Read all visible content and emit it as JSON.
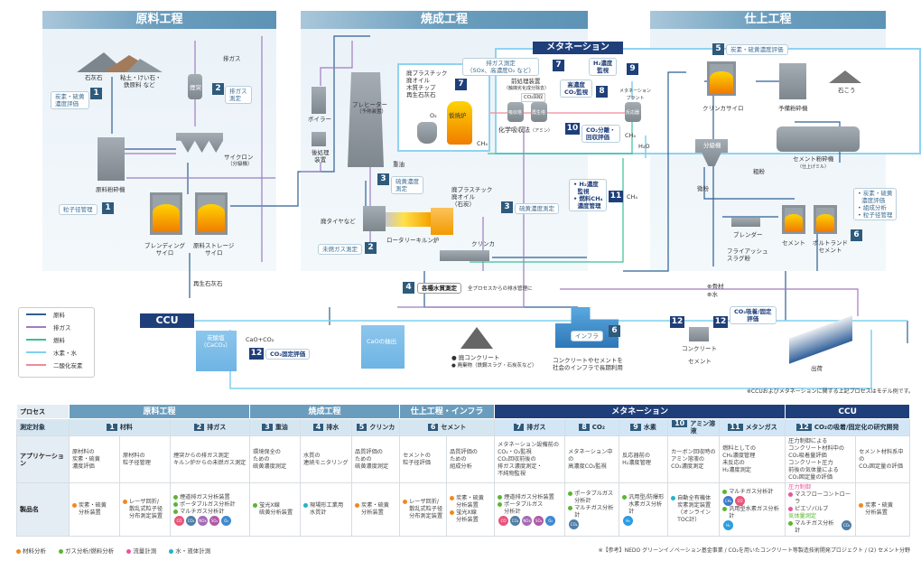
{
  "colors": {
    "raw": "#2e5f93",
    "exhaust": "#a07cc0",
    "fuel": "#3bbf9a",
    "hydrogen_water": "#7fd0ee",
    "co2": "#f08a9a",
    "header": "#6a9dbd",
    "navy": "#1f3f7a"
  },
  "sections": {
    "raw": "原料工程",
    "firing": "焼成工程",
    "finish": "仕上工程",
    "methanation": "メタネーション",
    "ccu": "CCU"
  },
  "raw": {
    "limestone": "石灰石",
    "clay": "粘土・けい石・",
    "clay2": "鉄原料 など",
    "b1": "1",
    "note1": "炭素・硫黄",
    "note1b": "濃度評価",
    "stack": "煙突",
    "b2": "2",
    "note2": "排ガス",
    "note2b": "測定",
    "exhaust": "排ガス",
    "mill": "原料粉砕機",
    "cyclone": "サイクロン",
    "cyclone_sub": "（分級機）",
    "b1b": "1",
    "note3": "粒子径管理",
    "blend": "ブレンディング",
    "blend2": "サイロ",
    "storage": "原料ストレージ",
    "storage2": "サイロ",
    "recycled": "再生石灰石"
  },
  "firing": {
    "boiler": "ボイラー",
    "post": "後処理",
    "post2": "装置",
    "preheater": "プレヒーター",
    "preheater_sub": "（予熱装置）",
    "oil": "重油",
    "b3": "3",
    "note3": "硫黄濃度",
    "note3b": "測定",
    "fuels": [
      "廃プラスチック",
      "廃オイル",
      "木質チップ",
      "再生石灰石"
    ],
    "o2": "O₂",
    "calciner": "仮焼炉",
    "ch4": "CH₄",
    "b7": "7",
    "note7": "排ガス測定",
    "note7b": "（SOx、高濃度O₂ など）",
    "fuel2": "廃プラスチック",
    "fuel2b": "廃オイル",
    "fuel2c": "（石炭）",
    "b3b": "3",
    "note3c": "硫黄濃度測定",
    "tire": "廃タイヤなど",
    "kiln": "ロータリーキルン炉",
    "b2": "2",
    "note2": "未燃ガス測定",
    "clinker": "クリンカ",
    "b4": "4",
    "note4": "各種水質測定",
    "note4b": "全プロセスからの排水管理に"
  },
  "meth": {
    "pre": "前処理装置",
    "pre_sub": "（触媒劣化成分除去）",
    "co2rec": "CO₂回収",
    "absorber": "吸収塔",
    "regen": "再生塔",
    "chem": "化学吸収法",
    "chem_sub": "（アミン）",
    "b10": "10",
    "note10": "CO₂分離・",
    "note10b": "回収評価",
    "note8": "高濃度",
    "note8b": "CO₂監視",
    "b8": "8",
    "note9": "H₂濃度",
    "note9b": "監視",
    "b9": "9",
    "plant": "メタネーション",
    "plant2": "プラント",
    "reactor": "反応器",
    "ch4": "CH₄",
    "h2o": "H₂O",
    "b11": "11",
    "note11": [
      "H₂濃度",
      "監視",
      "燃料CH₄",
      "濃度管理"
    ],
    "ch4b": "CH₄"
  },
  "finish": {
    "b5": "5",
    "note5": "炭素・硫黄濃度評価",
    "csilo": "クリンカサイロ",
    "premill": "予備粉砕機",
    "gypsum": "石こう",
    "classifier": "分級機",
    "cmill": "セメント粉砕機",
    "cmill_sub": "（仕上げミル）",
    "coarse": "粗粉",
    "fine": "微粉",
    "blender": "ブレンダー",
    "ash": "フライアッシュ",
    "ash2": "スラグ粉",
    "cement": "セメント",
    "portland": "ポルトランド",
    "portland2": "セメント",
    "notes6": [
      "炭素・硫黄",
      "濃度評価",
      "組成分析",
      "粒子径管理"
    ],
    "b6": "6"
  },
  "ccu": {
    "aggregate": "⊕骨材",
    "water": "⊕水",
    "carbonate": "炭酸塩",
    "carbonate2": "（CaCO₃）",
    "cao_co2": "CaO+CO₂",
    "b12": "12",
    "note12": "CO₂固定評価",
    "cao": "CaOの抽出",
    "waste1": "● 廃コンクリート",
    "waste2": "● 廃棄物（鉄鋼スラグ・石炭灰など）",
    "infra": "インフラ",
    "b6": "6",
    "infra_text": "コンクリートやセメントを",
    "infra_text2": "社会のインフラで長期利用",
    "concrete": "コンクリート",
    "cement": "セメント",
    "b12b": "12",
    "b12c": "12",
    "note12b": "CO₂吸着/固定",
    "note12c": "評価",
    "ship": "出荷",
    "model_note": "※CCUおよびメタネーションに関する上記プロセスはモデル例です。"
  },
  "legend": [
    {
      "label": "原料",
      "color": "#2e5f93"
    },
    {
      "label": "排ガス",
      "color": "#a07cc0"
    },
    {
      "label": "燃料",
      "color": "#3bbf9a"
    },
    {
      "label": "水素・水",
      "color": "#7fd0ee"
    },
    {
      "label": "二酸化炭素",
      "color": "#f08a9a"
    }
  ],
  "table": {
    "row_labels": [
      "プロセス",
      "測定対象",
      "アプリケーション",
      "製品名"
    ],
    "processes": [
      "原料工程",
      "焼成工程",
      "仕上工程・インフラ",
      "メタネーション",
      "CCU"
    ],
    "targets": [
      {
        "n": "1",
        "t": "材料"
      },
      {
        "n": "2",
        "t": "排ガス"
      },
      {
        "n": "3",
        "t": "重油"
      },
      {
        "n": "4",
        "t": "排水"
      },
      {
        "n": "5",
        "t": "クリンカ"
      },
      {
        "n": "6",
        "t": "セメント"
      },
      {
        "n": "7",
        "t": "排ガス"
      },
      {
        "n": "8",
        "t": "CO₂"
      },
      {
        "n": "9",
        "t": "水素"
      },
      {
        "n": "10",
        "t": "アミン溶液"
      },
      {
        "n": "11",
        "t": "メタンガス"
      },
      {
        "n": "12",
        "t": "CO₂の吸着/固定化の研究開発"
      }
    ],
    "apps": [
      "原材料の\n炭素・硫黄\n濃度評価",
      "原材料の\n粒子径管理",
      "煙突からの排ガス測定\nキルン炉からの未燃ガス測定",
      "環境保全の\nための\n硫黄濃度測定",
      "水質の\n連続モニタリング",
      "品質評価の\nための\n硫黄濃度測定",
      "セメントの\n粒子径評価",
      "品質評価の\nための\n組成分析",
      "メタネーション設備前の\nCO₂・O₂監視\nCO₂回収前後の\n排ガス濃度測定・\n不純物監視",
      "メタネーション中の\n高濃度CO₂監視",
      "反応器前の\nH₂濃度管理",
      "カーボン回収時の\nアミン溶液の\nCO₂濃度測定",
      "燃料としての\nCH₄濃度管理\n未反応の\nH₂濃度測定",
      "圧力制御による\nコンクリート材料中の\nCO₂吸着量評価\nコンクリート圧力\n前後の気体量による\nCO₂固定量の評価",
      "セメント材料系中の\nCO₂固定量の評価"
    ],
    "products": [
      [
        {
          "c": "o",
          "t": "炭素・硫黄\n分析装置"
        }
      ],
      [
        {
          "c": "o",
          "t": "レーザ回折/\n散乱式粒子径\n分布測定装置"
        }
      ],
      [
        {
          "c": "g",
          "t": "煙道排ガス分析装置"
        },
        {
          "c": "g",
          "t": "ポータブルガス分析計"
        },
        {
          "c": "g",
          "t": "マルチガス分析計"
        }
      ],
      [
        {
          "c": "g",
          "t": "蛍光X線\n硫黄分析装置"
        }
      ],
      [
        {
          "c": "t",
          "t": "現場形工業用\n水質計"
        }
      ],
      [
        {
          "c": "o",
          "t": "炭素・硫黄\n分析装置"
        }
      ],
      [
        {
          "c": "o",
          "t": "レーザ回折/\n散乱式粒子径\n分布測定装置"
        }
      ],
      [
        {
          "c": "o",
          "t": "炭素・硫黄\n分析装置"
        },
        {
          "c": "o",
          "t": "蛍光X線\n分析装置"
        }
      ],
      [
        {
          "c": "g",
          "t": "煙道排ガス分析装置"
        },
        {
          "c": "g",
          "t": "ポータブルガス\n分析計"
        }
      ],
      [
        {
          "c": "g",
          "t": "ポータブルガス\n分析計"
        },
        {
          "c": "g",
          "t": "マルチガス分析計"
        }
      ],
      [
        {
          "c": "g",
          "t": "汎用型/防爆形\n水素ガス分析計"
        }
      ],
      [
        {
          "c": "t",
          "t": "自動全有機体\n炭素測定装置\n（オンラインTOC計）"
        }
      ],
      [
        {
          "c": "g",
          "t": "マルチガス分析計"
        },
        {
          "c": "g",
          "t": "汎用型水素ガス分析計"
        }
      ],
      [
        {
          "c": "p",
          "t": "マスフローコントローラ"
        },
        {
          "c": "p",
          "t": "ピエゾバルブ"
        },
        {
          "c": "g",
          "t": "マルチガス分析計"
        }
      ],
      [
        {
          "c": "o",
          "t": "炭素・硫黄\n分析装置"
        }
      ]
    ],
    "gas_chips": {
      "exhaust": [
        "CO",
        "CO₂",
        "NOx",
        "SO₂",
        "O₂"
      ],
      "co2": [
        "CO₂"
      ],
      "h2": [
        "H₂"
      ],
      "methane": [
        "CH₄",
        "CO"
      ],
      "h2b": [
        "H₂"
      ],
      "ccu": [
        "CO₂"
      ]
    },
    "ccu_sub": {
      "pressure": "圧力制御",
      "gas": "気体量測定"
    },
    "footer_legend": [
      {
        "c": "o",
        "t": "材料分析"
      },
      {
        "c": "g",
        "t": "ガス分析/燃料分析"
      },
      {
        "c": "p",
        "t": "流量計測"
      },
      {
        "c": "t",
        "t": "水・液体計測"
      }
    ],
    "reference": "※【参考】NEDO グリーンイノベーション基金事業 / CO₂を用いたコンクリート等製造技術開発プロジェクト / (2) セメント分野"
  }
}
